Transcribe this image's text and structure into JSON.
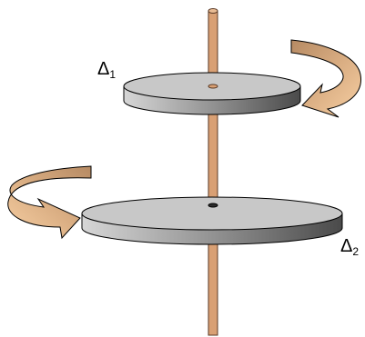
{
  "labels": {
    "disc_1": {
      "symbol": "Δ",
      "subscript": "1"
    },
    "disc_2": {
      "symbol": "Δ",
      "subscript": "2"
    }
  },
  "colors": {
    "axle": "#d9a074",
    "axle_outline": "#5a3a26",
    "disc_top": "#c8c8c8",
    "disc_side_dark": "#555555",
    "disc_side_light": "#d6d6d6",
    "arrow_fill": "#f4c795",
    "arrow_shade": "#a9805c",
    "outline": "#000000"
  },
  "icons": {
    "arrow_disc_1": "curved-arrow-icon",
    "arrow_disc_2": "curved-arrow-icon"
  }
}
